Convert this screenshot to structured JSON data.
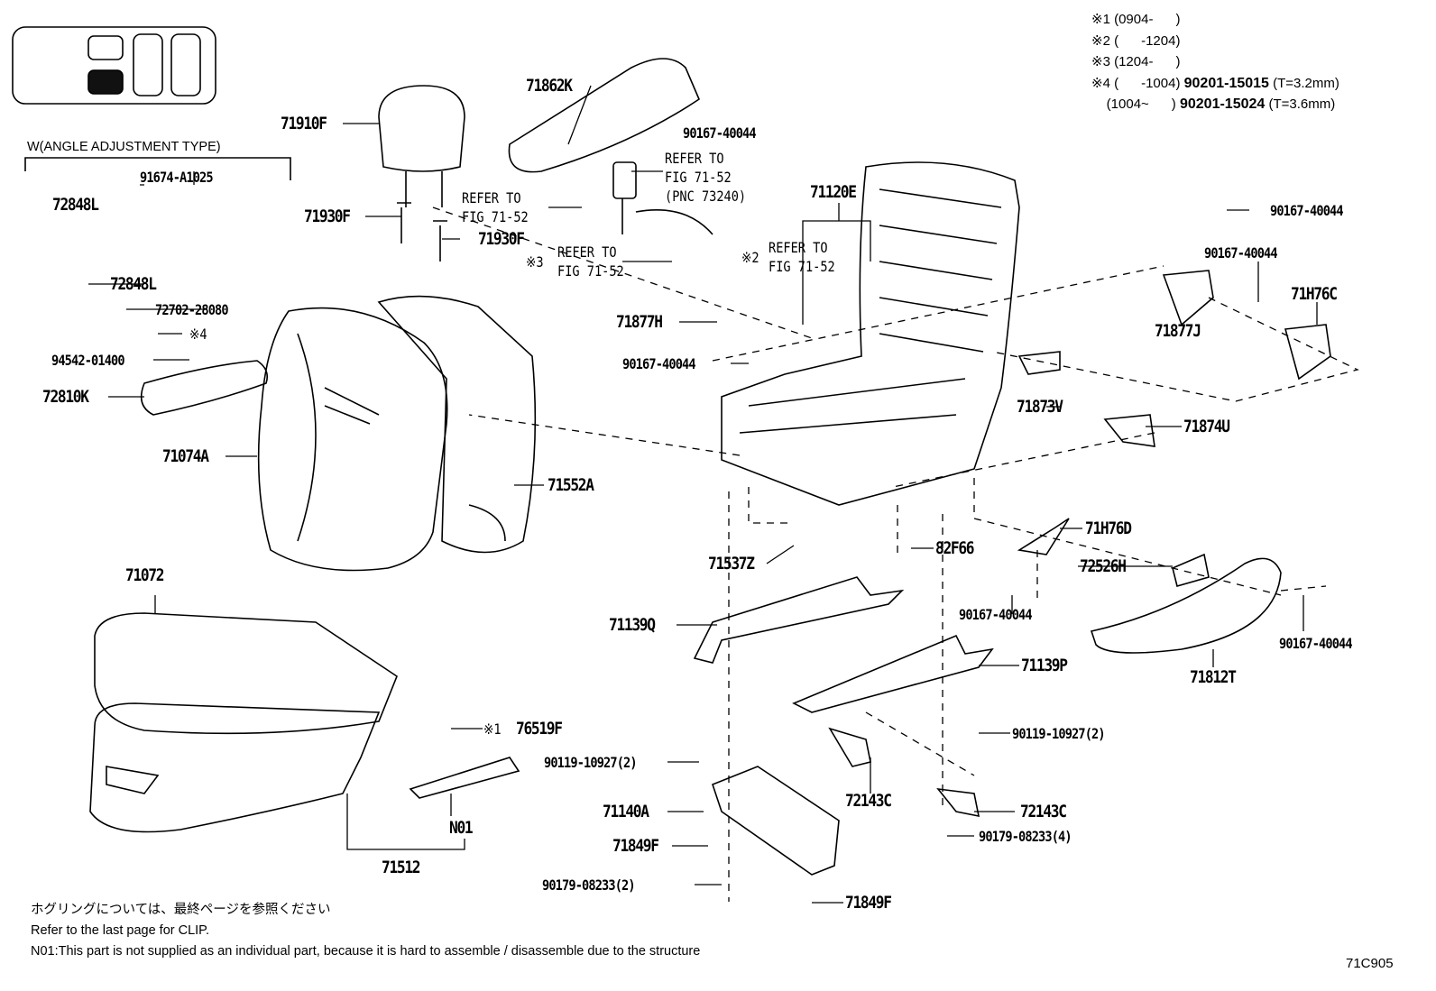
{
  "legend": [
    {
      "mark": "※1",
      "range": "(0904-      )",
      "part": "",
      "spec": ""
    },
    {
      "mark": "※2",
      "range": "(      -1204)",
      "part": "",
      "spec": ""
    },
    {
      "mark": "※3",
      "range": "(1204-      )",
      "part": "",
      "spec": ""
    },
    {
      "mark": "※4",
      "range": "(      -1004)",
      "part": "90201-15015",
      "spec": "(T=3.2mm)"
    },
    {
      "mark": "",
      "range": "(1004~      )",
      "part": "90201-15024",
      "spec": "(T=3.6mm)"
    }
  ],
  "group_header": "W(ANGLE ADJUSTMENT TYPE)",
  "refer_to": "REFER TO",
  "fig_ref": "FIG 71-52",
  "pnc_ref": "(PNC 73240)",
  "marks": {
    "m1": "※1",
    "m2": "※2",
    "m3": "※3",
    "m4": "※4"
  },
  "parts": {
    "p71862K": "71862K",
    "p90167_a": "90167-40044",
    "p71910F": "71910F",
    "p91674": "91674-A1025",
    "p72848L_a": "72848L",
    "p71930F_a": "71930F",
    "p71930F_b": "71930F",
    "p71120E": "71120E",
    "p90167_b": "90167-40044",
    "p90167_c": "90167-40044",
    "p71H76C": "71H76C",
    "p72848L_b": "72848L",
    "p72702": "72702-28080",
    "p94542": "94542-01400",
    "p71877H": "71877H",
    "p71877J": "71877J",
    "p90167_d": "90167-40044",
    "p72810K": "72810K",
    "p71873V": "71873V",
    "p71874U": "71874U",
    "p71074A": "71074A",
    "p71552A": "71552A",
    "p71H76D": "71H76D",
    "p71537Z": "71537Z",
    "p82F66": "82F66",
    "p72526H": "72526H",
    "p71072": "71072",
    "p90167_e": "90167-40044",
    "p71139Q": "71139Q",
    "p90167_f": "90167-40044",
    "p71139P": "71139P",
    "p71812T": "71812T",
    "p76519F": "76519F",
    "p90119_a": "90119-10927(2)",
    "p90119_b": "90119-10927(2)",
    "p72143C_a": "72143C",
    "p71140A": "71140A",
    "p72143C_b": "72143C",
    "pN01": "N01",
    "p90179_a": "90179-08233(4)",
    "p71849F_a": "71849F",
    "p71512": "71512",
    "p90179_b": "90179-08233(2)",
    "p71849F_b": "71849F"
  },
  "notes": {
    "jp": "ホグリングについては、最終ページを参照ください",
    "clip": "Refer to the last page for CLIP.",
    "n01": "N01:This part is not supplied as an individual part, because it is hard to assemble / disassemble due to the structure"
  },
  "figure_id": "71C905"
}
